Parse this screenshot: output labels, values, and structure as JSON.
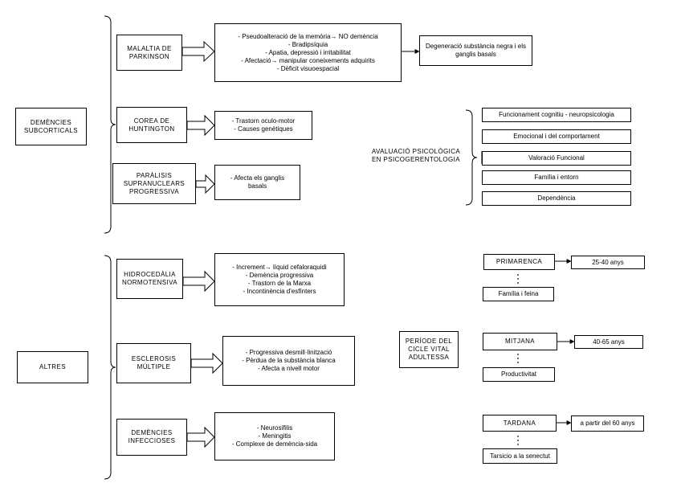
{
  "groups": {
    "subcortical": {
      "label": "DEMÈNCIES SUBCORTICALS",
      "items": [
        {
          "name": "MALALTIA DE PARKINSON",
          "details": [
            "- Pseudoalteració de la memòria→ NO demència",
            "- Bradipsíquia",
            "- Apatia, depressió i irritabilitat",
            "- Afectació→ manipular coneixements adquirits",
            "- Dèficit visuoespacial"
          ],
          "extra": "Degeneració substància negra i els ganglis basals"
        },
        {
          "name": "COREA DE HUNTINGTON",
          "details": [
            "- Trastorn oculo-motor",
            "- Causes genètiques"
          ]
        },
        {
          "name": "PARÀLISIS SUPRANUCLEARS PROGRESSIVA",
          "details": [
            "- Afecta els ganglis",
            "basals"
          ]
        }
      ]
    },
    "altres": {
      "label": "ALTRES",
      "items": [
        {
          "name": "HIDROCEDÀLIA NORMOTENSIVA",
          "details": [
            "- Increment→ líquid cefaloraquidi",
            "- Demència progressiva",
            "- Trastorn de la Marxa",
            "- Incontinència d'esfínters"
          ]
        },
        {
          "name": "ESCLEROSIS MÚLTIPLE",
          "details": [
            "- Progressiva desmill·linització",
            "- Pèrdua de la substància blanca",
            "- Afecta a nivell motor"
          ]
        },
        {
          "name": "DEMÈNCIES INFECCIOSES",
          "details": [
            "- Neurosífilis",
            "- Meningitis",
            "- Complexe de demència-sida"
          ]
        }
      ]
    }
  },
  "avaluacio": {
    "label": "AVALUACIÓ PSICOLÒGICA EN PSICOGERENTOLOGIA",
    "items": [
      "Funcionament cognitiu - neuropsicologia",
      "Emocional i del comportament",
      "Valoració Funcional",
      "Família i entorn",
      "Dependència"
    ]
  },
  "periode": {
    "label": "PERÍODE DEL CICLE VITAL ADULTESSA",
    "stages": [
      {
        "name": "PRIMARENCA",
        "age": "25-40 anys",
        "focus": "Família i feina"
      },
      {
        "name": "MITJANA",
        "age": "40-65 anys",
        "focus": "Productivitat"
      },
      {
        "name": "TARDANA",
        "age": "a partir del 60 anys",
        "focus": "Tarsicio a la senectut"
      }
    ]
  }
}
